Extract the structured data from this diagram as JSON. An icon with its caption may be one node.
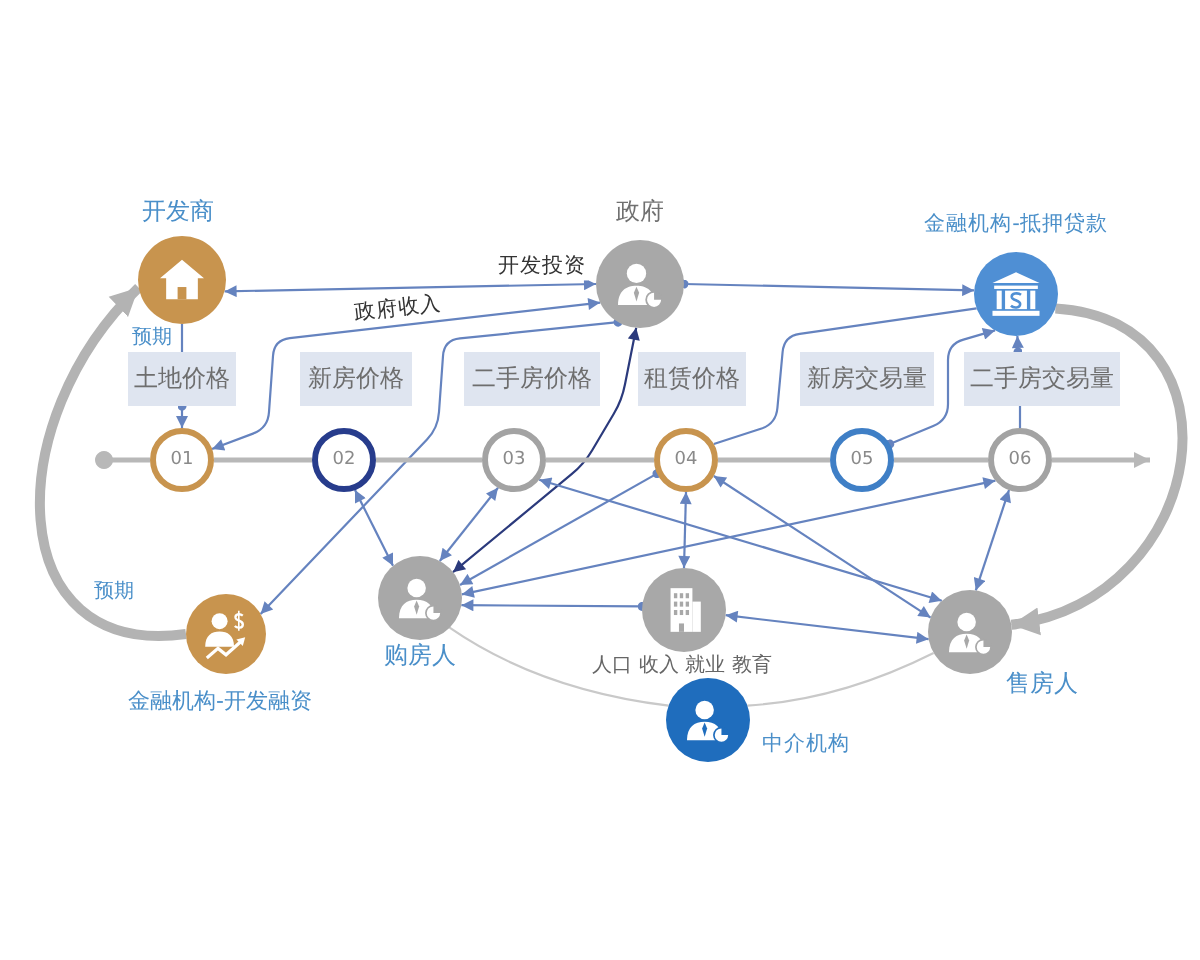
{
  "diagram": {
    "nodes": [
      {
        "text": [
          "开发商"
        ]
      },
      {
        "text": [
          "政府"
        ]
      },
      {
        "text": [
          "金融机构-抵押贷款"
        ]
      },
      {
        "text": [
          "土地价格"
        ]
      },
      {
        "text": [
          "新房价格"
        ]
      },
      {
        "text": [
          "二手房价格"
        ]
      },
      {
        "text": [
          "租赁价格"
        ]
      },
      {
        "text": [
          "新房交易量"
        ]
      },
      {
        "text": [
          "二手房交易量"
        ]
      },
      {
        "text": [
          "01"
        ]
      },
      {
        "text": [
          "02"
        ]
      },
      {
        "text": [
          "03"
        ]
      },
      {
        "text": [
          "04"
        ]
      },
      {
        "text": [
          "05"
        ]
      },
      {
        "text": [
          "06"
        ]
      },
      {
        "text": [
          "金融机构-开发融资"
        ]
      },
      {
        "text": [
          "购房人"
        ]
      },
      {
        "text": [
          "人口 收入 就业 教育"
        ]
      },
      {
        "text": [
          "售房人"
        ]
      },
      {
        "text": [
          "中介机构"
        ]
      }
    ],
    "edges": [
      {
        "from": 0,
        "to": 1,
        "arrow": "both",
        "label": "开发投资"
      },
      {
        "from": 0,
        "to": 3,
        "arrow": "none"
      },
      {
        "from": 3,
        "to": 9,
        "arrow": "to"
      },
      {
        "from": 9,
        "to": 1,
        "arrow": "both",
        "label": "政府收入"
      },
      {
        "from": 1,
        "to": 2,
        "arrow": "to"
      },
      {
        "from": 1,
        "to": 15,
        "arrow": "to"
      },
      {
        "from": 1,
        "to": 16,
        "arrow": "both",
        "color": "#2b3a7c"
      },
      {
        "from": 10,
        "to": 16,
        "arrow": "both"
      },
      {
        "from": 11,
        "to": 16,
        "arrow": "both"
      },
      {
        "from": 2,
        "to": 12,
        "arrow": "none"
      },
      {
        "from": 12,
        "to": 16,
        "arrow": "to"
      },
      {
        "from": 13,
        "to": 2,
        "arrow": "to"
      },
      {
        "from": 14,
        "to": 8,
        "arrow": "none"
      },
      {
        "from": 8,
        "to": 2,
        "arrow": "to"
      },
      {
        "from": 14,
        "to": 16,
        "arrow": "both"
      },
      {
        "from": 17,
        "to": 16,
        "arrow": "to"
      },
      {
        "from": 12,
        "to": 17,
        "arrow": "both"
      },
      {
        "from": 11,
        "to": 18,
        "arrow": "both"
      },
      {
        "from": 12,
        "to": 18,
        "arrow": "both"
      },
      {
        "from": 17,
        "to": 18,
        "arrow": "both"
      },
      {
        "from": 14,
        "to": 18,
        "arrow": "both"
      },
      {
        "from": 16,
        "to": 19,
        "arrow": "none",
        "color": "#c9c9c9"
      },
      {
        "from": 19,
        "to": 18,
        "arrow": "none",
        "color": "#c9c9c9"
      },
      {
        "from": 15,
        "to": 0,
        "arrow": "to",
        "style": "thick",
        "color": "#b3b3b3"
      },
      {
        "from": 2,
        "to": 18,
        "arrow": "to",
        "style": "thick",
        "color": "#b3b3b3"
      },
      {
        "from": null,
        "to": 9,
        "arrow": "other",
        "color": "#b8b8b8"
      },
      {
        "from": 9,
        "to": 10,
        "arrow": "none",
        "color": "#b8b8b8"
      },
      {
        "from": 10,
        "to": 11,
        "arrow": "none",
        "color": "#b8b8b8"
      },
      {
        "from": 11,
        "to": 12,
        "arrow": "none",
        "color": "#b8b8b8"
      },
      {
        "from": 12,
        "to": 13,
        "arrow": "none",
        "color": "#b8b8b8"
      },
      {
        "from": 13,
        "to": 14,
        "arrow": "none",
        "color": "#b8b8b8"
      },
      {
        "from": 14,
        "to": null,
        "arrow": "to",
        "color": "#b8b8b8"
      }
    ],
    "labels": [
      "预期",
      "预期"
    ]
  }
}
